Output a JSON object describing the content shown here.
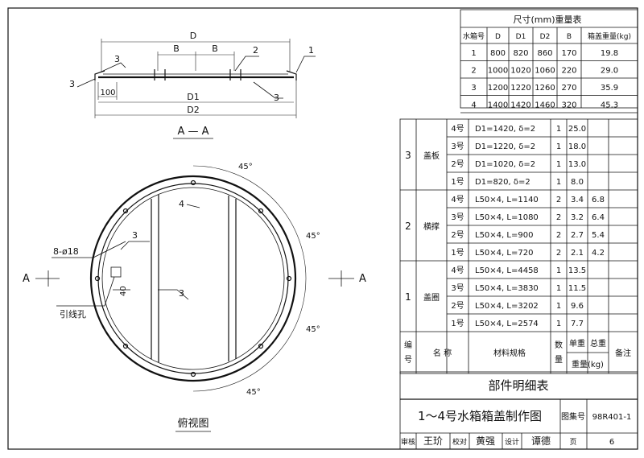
{
  "dims_table": {
    "title": "尺寸(mm)重量表",
    "headers": [
      "水箱号",
      "D",
      "D1",
      "D2",
      "B",
      "箱盖重量(kg)"
    ],
    "rows": [
      [
        "1",
        "800",
        "820",
        "860",
        "170",
        "19.8"
      ],
      [
        "2",
        "1000",
        "1020",
        "1060",
        "220",
        "29.0"
      ],
      [
        "3",
        "1200",
        "1220",
        "1260",
        "270",
        "35.9"
      ],
      [
        "4",
        "1400",
        "1420",
        "1460",
        "320",
        "45.3"
      ]
    ]
  },
  "parts_table": {
    "groups": [
      {
        "no": "3",
        "name": "盖板",
        "rows": [
          {
            "size": "4号",
            "spec": "D1=1420, δ=2",
            "qty": "1",
            "unit": "25.0",
            "total": ""
          },
          {
            "size": "3号",
            "spec": "D1=1220, δ=2",
            "qty": "1",
            "unit": "18.0",
            "total": ""
          },
          {
            "size": "2号",
            "spec": "D1=1020, δ=2",
            "qty": "1",
            "unit": "13.0",
            "total": ""
          },
          {
            "size": "1号",
            "spec": "D1=820, δ=2",
            "qty": "1",
            "unit": "8.0",
            "total": ""
          }
        ]
      },
      {
        "no": "2",
        "name": "横撑",
        "rows": [
          {
            "size": "4号",
            "spec": "L50×4, L=1140",
            "qty": "2",
            "unit": "3.4",
            "total": "6.8"
          },
          {
            "size": "3号",
            "spec": "L50×4, L=1080",
            "qty": "2",
            "unit": "3.2",
            "total": "6.4"
          },
          {
            "size": "2号",
            "spec": "L50×4, L=900",
            "qty": "2",
            "unit": "2.7",
            "total": "5.4"
          },
          {
            "size": "1号",
            "spec": "L50×4, L=720",
            "qty": "2",
            "unit": "2.1",
            "total": "4.2"
          }
        ]
      },
      {
        "no": "1",
        "name": "盖圈",
        "rows": [
          {
            "size": "4号",
            "spec": "L50×4, L=4458",
            "qty": "1",
            "unit": "13.5",
            "total": ""
          },
          {
            "size": "3号",
            "spec": "L50×4, L=3830",
            "qty": "1",
            "unit": "11.5",
            "total": ""
          },
          {
            "size": "2号",
            "spec": "L50×4, L=3202",
            "qty": "1",
            "unit": "9.6",
            "total": ""
          },
          {
            "size": "1号",
            "spec": "L50×4, L=2574",
            "qty": "1",
            "unit": "7.7",
            "total": ""
          }
        ]
      }
    ],
    "header": {
      "no": "编号",
      "name": "名  称",
      "spec": "材料规格",
      "qty": "数量",
      "unit": "单重",
      "total": "总重",
      "weight": "重量(kg)",
      "remark": "备注"
    },
    "title": "部件明细表"
  },
  "title_block": {
    "drawing_title": "1～4号水箱箱盖制作图",
    "drawing_no_label": "图集号",
    "drawing_no": "98R401-1",
    "review_label": "审核",
    "reviewer": "王玠",
    "check_label": "校对",
    "checker": "黄强",
    "design_label": "设计",
    "designer": "谭德",
    "page_label": "页",
    "page": "6"
  },
  "section_view": {
    "label": "A — A",
    "D": "D",
    "D1": "D1",
    "D2": "D2",
    "B": "B",
    "dim100": "100",
    "tag1": "1",
    "tag2": "2",
    "tag3": "3"
  },
  "plan_view": {
    "label": "俯视图",
    "holes": "8-ø18",
    "wire_hole": "引线孔",
    "dim40": "40",
    "angle": "45°",
    "A": "A",
    "tag3": "3",
    "tag4": "4"
  }
}
